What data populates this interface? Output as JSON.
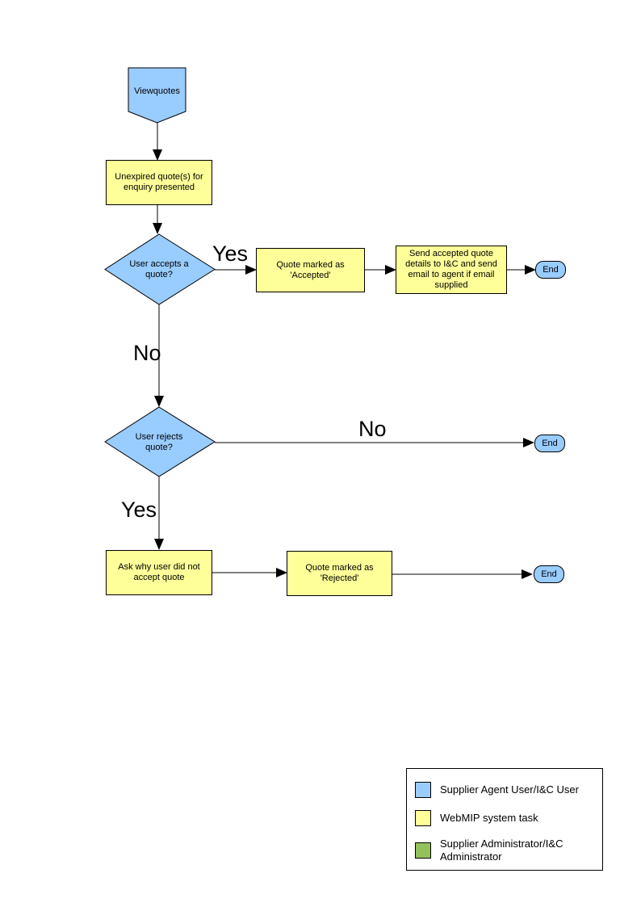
{
  "colors": {
    "participant_user": "#99CCFF",
    "system_task": "#FFFF99",
    "administrator": "#94C25A",
    "line": "#000000"
  },
  "flowchart": {
    "start": {
      "label": "Viewquotes"
    },
    "nodes": {
      "unexpired": {
        "label": "Unexpired quote(s) for enquiry presented"
      },
      "accepts": {
        "label": "User accepts a quote?"
      },
      "marked_accepted": {
        "label": "Quote  marked as 'Accepted'"
      },
      "send_details": {
        "label": "Send accepted quote details to I&C and send email to agent if email supplied"
      },
      "end1": {
        "label": "End"
      },
      "rejects": {
        "label": "User rejects quote?"
      },
      "end2": {
        "label": "End"
      },
      "ask_why": {
        "label": "Ask why user did not accept quote"
      },
      "marked_rejected": {
        "label": "Quote  marked as 'Rejected'"
      },
      "end3": {
        "label": "End"
      }
    },
    "edge_labels": {
      "accepts_yes": "Yes",
      "accepts_no": "No",
      "rejects_no": "No",
      "rejects_yes": "Yes"
    }
  },
  "legend": {
    "items": [
      {
        "swatch": "#99CCFF",
        "label": "Supplier Agent User/I&C User"
      },
      {
        "swatch": "#FFFF99",
        "label": "WebMIP system task"
      },
      {
        "swatch": "#94C25A",
        "label": "Supplier Administrator/I&C Administrator"
      }
    ]
  }
}
